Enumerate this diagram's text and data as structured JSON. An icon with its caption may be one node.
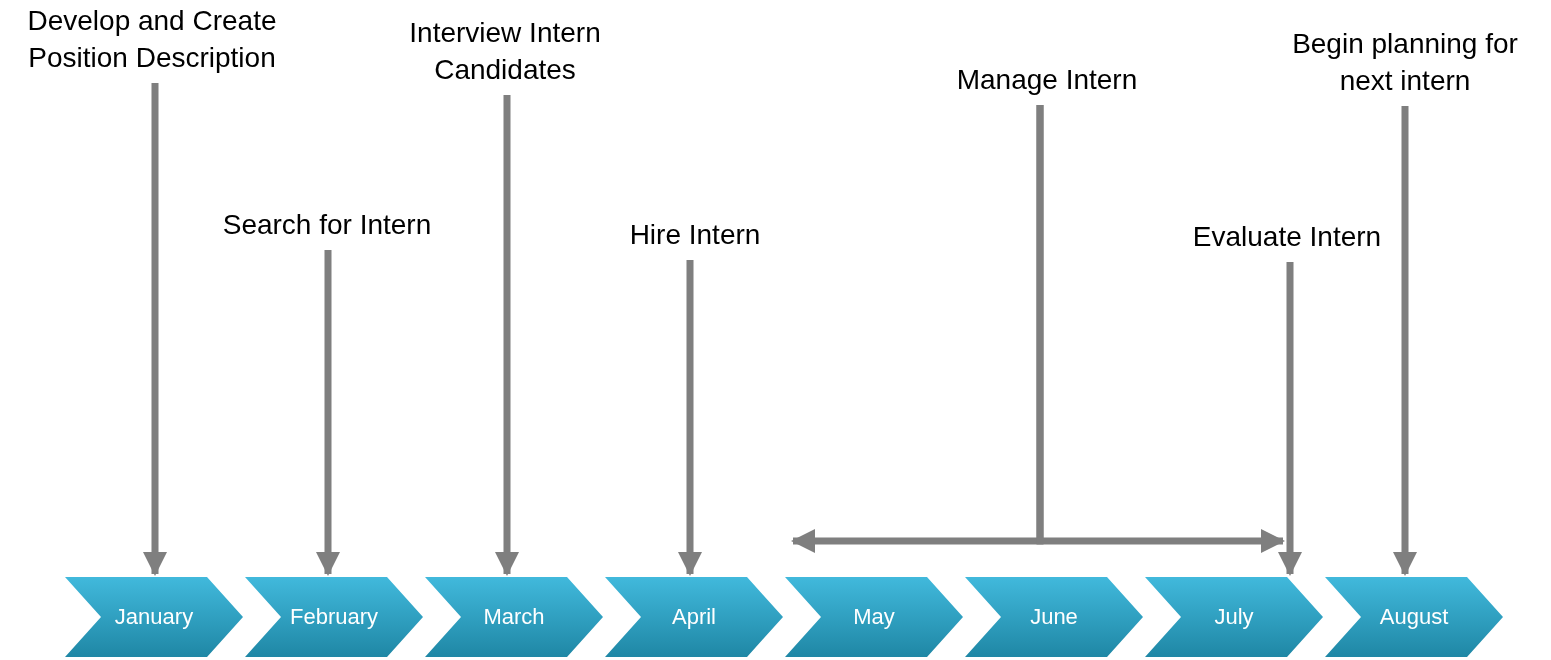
{
  "diagram": {
    "nodes": [
      {
        "text": [
          "Develop and Create Position Description"
        ]
      },
      {
        "text": [
          "Search for Intern"
        ]
      },
      {
        "text": [
          "Interview Intern Candidates"
        ]
      },
      {
        "text": [
          "Hire Intern"
        ]
      },
      {
        "text": [
          "Manage Intern"
        ]
      },
      {
        "text": [
          "Evaluate Intern"
        ]
      },
      {
        "text": [
          "Begin planning for next intern"
        ]
      },
      {
        "text": [
          "January"
        ]
      },
      {
        "text": [
          "February"
        ]
      },
      {
        "text": [
          "March"
        ]
      },
      {
        "text": [
          "April"
        ]
      },
      {
        "text": [
          "May"
        ]
      },
      {
        "text": [
          "June"
        ]
      },
      {
        "text": [
          "July"
        ]
      },
      {
        "text": [
          "August"
        ]
      }
    ],
    "edges": [
      {
        "from": 0,
        "to": 7,
        "arrow": "to"
      },
      {
        "from": 1,
        "to": 8,
        "arrow": "to"
      },
      {
        "from": 2,
        "to": 9,
        "arrow": "to"
      },
      {
        "from": 3,
        "to": 10,
        "arrow": "to"
      },
      {
        "from": 4,
        "to": 11,
        "arrow": "to"
      },
      {
        "from": 4,
        "to": 13,
        "arrow": "to"
      },
      {
        "from": 5,
        "to": 13,
        "arrow": "to"
      },
      {
        "from": 6,
        "to": 14,
        "arrow": "to"
      }
    ]
  }
}
